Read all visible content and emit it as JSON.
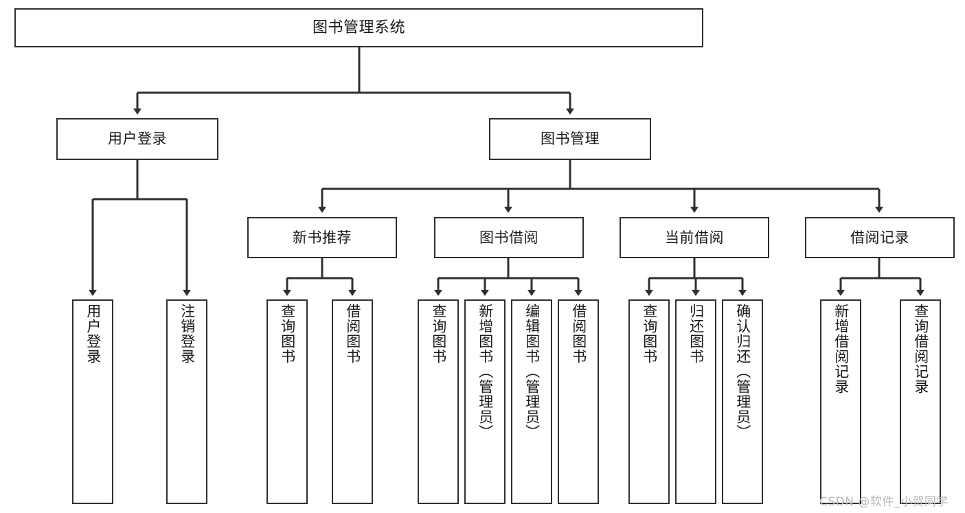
{
  "diagram": {
    "title": "图书管理系统",
    "type": "tree-hierarchy-chart",
    "watermark": "CSDN @软件_小贺同学",
    "colors": {
      "stroke": "#2f2f2f",
      "fill": "#ffffff",
      "text": "#1a1a1a",
      "watermark": "#b9b9b9"
    },
    "nodes": {
      "root": {
        "label": "图书管理系统"
      },
      "level1": [
        {
          "label": "用户登录"
        },
        {
          "label": "图书管理"
        }
      ],
      "level2": [
        {
          "label": "新书推荐"
        },
        {
          "label": "图书借阅"
        },
        {
          "label": "当前借阅"
        },
        {
          "label": "借阅记录"
        }
      ],
      "leaves_user_login": [
        {
          "label": "用户登录"
        },
        {
          "label": "注销登录"
        }
      ],
      "leaves_new_book": [
        {
          "label": "查询图书"
        },
        {
          "label": "借阅图书"
        }
      ],
      "leaves_borrow": [
        {
          "label": "查询图书"
        },
        {
          "label": "新增图书（管理员）"
        },
        {
          "label": "编辑图书（管理员）"
        },
        {
          "label": "借阅图书"
        }
      ],
      "leaves_current": [
        {
          "label": "查询图书"
        },
        {
          "label": "归还图书"
        },
        {
          "label": "确认归还（管理员）"
        }
      ],
      "leaves_records": [
        {
          "label": "新增借阅记录"
        },
        {
          "label": "查询借阅记录"
        }
      ]
    }
  }
}
